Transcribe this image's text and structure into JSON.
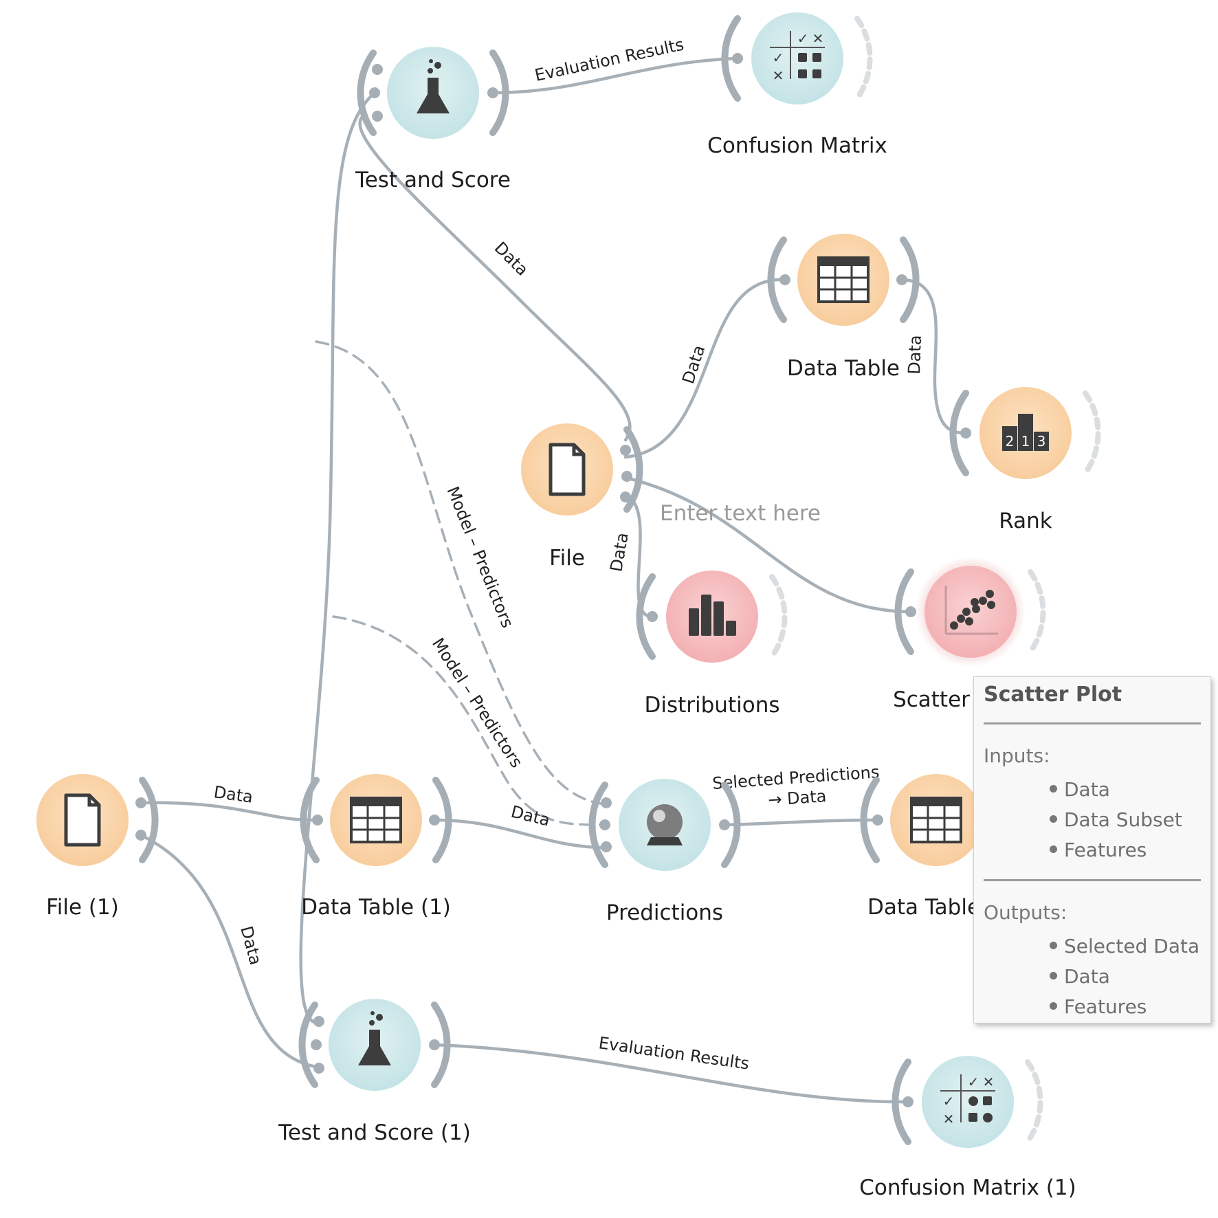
{
  "nodes": {
    "test_score": {
      "label": "Test and Score"
    },
    "confusion": {
      "label": "Confusion Matrix"
    },
    "file": {
      "label": "File"
    },
    "data_table": {
      "label": "Data Table"
    },
    "rank": {
      "label": "Rank"
    },
    "distributions": {
      "label": "Distributions"
    },
    "scatter": {
      "label": "Scatter"
    },
    "file1": {
      "label": "File (1)"
    },
    "data_table1": {
      "label": "Data Table (1)"
    },
    "predictions": {
      "label": "Predictions"
    },
    "data_table2": {
      "label": "Data Table"
    },
    "test_score1": {
      "label": "Test and Score (1)"
    },
    "confusion1": {
      "label": "Confusion Matrix (1)"
    }
  },
  "links": {
    "eval_top": "Evaluation Results",
    "data_file_test": "Data",
    "data_file_table": "Data",
    "data_table_rank": "Data",
    "data_file_dist": "Data",
    "model_1": "Model – Predictors",
    "model_2": "Model – Predictors",
    "data_file1_table1": "Data",
    "data_table1_pred": "Data",
    "pred_out_1": "Selected Predictions",
    "pred_out_2": "→ Data",
    "data_file1_test1": "Data",
    "eval_bottom": "Evaluation Results"
  },
  "annotation": {
    "placeholder": "Enter text here"
  },
  "tooltip": {
    "title": "Scatter Plot",
    "inputs_label": "Inputs:",
    "inputs": [
      "Data",
      "Data Subset",
      "Features"
    ],
    "outputs_label": "Outputs:",
    "outputs": [
      "Selected Data",
      "Data",
      "Features"
    ]
  },
  "colors": {
    "orange_node": "#fad6ae",
    "blue_node": "#cfe8ea",
    "red_node": "#f6c1c3",
    "link": "#a7b0b7"
  }
}
